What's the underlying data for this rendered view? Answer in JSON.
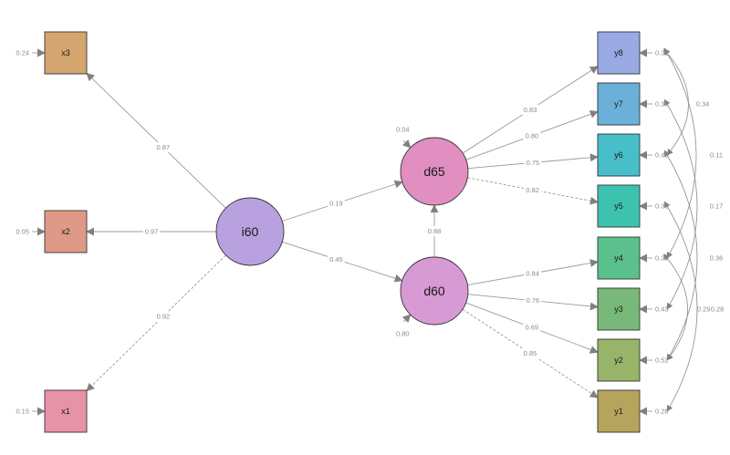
{
  "colors": {
    "edge": "#9a9a9a",
    "arrowhead": "#808080",
    "coefficient": "#8a8a8a",
    "node_stroke": "#333333"
  },
  "latents": [
    {
      "id": "i60",
      "label": "i60",
      "color": "#b9a1e0"
    },
    {
      "id": "d65",
      "label": "d65",
      "color": "#e08fc0"
    },
    {
      "id": "d60",
      "label": "d60",
      "color": "#d89ad4"
    }
  ],
  "manifests": [
    {
      "id": "x3",
      "label": "x3",
      "color": "#d4a56e",
      "variance": "0.24"
    },
    {
      "id": "x2",
      "label": "x2",
      "color": "#de9a86",
      "variance": "0.05"
    },
    {
      "id": "x1",
      "label": "x1",
      "color": "#e693a6",
      "variance": "0.15"
    },
    {
      "id": "y8",
      "label": "y8",
      "color": "#9aaae4",
      "variance": "0.31"
    },
    {
      "id": "y7",
      "label": "y7",
      "color": "#6ab0d8",
      "variance": "0.36"
    },
    {
      "id": "y6",
      "label": "y6",
      "color": "#48bec8",
      "variance": "0.43"
    },
    {
      "id": "y5",
      "label": "y5",
      "color": "#3ec2b0",
      "variance": "0.33"
    },
    {
      "id": "y4",
      "label": "y4",
      "color": "#5ac08c",
      "variance": "0.30"
    },
    {
      "id": "y3",
      "label": "y3",
      "color": "#78b878",
      "variance": "0.43"
    },
    {
      "id": "y2",
      "label": "y2",
      "color": "#98b468",
      "variance": "0.52"
    },
    {
      "id": "y1",
      "label": "y1",
      "color": "#b4a45c",
      "variance": "0.28"
    }
  ],
  "latent_residuals": [
    {
      "node": "d65",
      "value": "0.04"
    },
    {
      "node": "d60",
      "value": "0.80"
    }
  ],
  "paths": [
    {
      "from": "i60",
      "to": "x3",
      "value": "0.87",
      "style": "solid"
    },
    {
      "from": "i60",
      "to": "x2",
      "value": "0.97",
      "style": "solid"
    },
    {
      "from": "i60",
      "to": "x1",
      "value": "0.92",
      "style": "dashed"
    },
    {
      "from": "i60",
      "to": "d65",
      "value": "0.19",
      "style": "solid"
    },
    {
      "from": "i60",
      "to": "d60",
      "value": "0.45",
      "style": "solid"
    },
    {
      "from": "d60",
      "to": "d65",
      "value": "0.88",
      "style": "solid"
    },
    {
      "from": "d65",
      "to": "y8",
      "value": "0.83",
      "style": "solid"
    },
    {
      "from": "d65",
      "to": "y7",
      "value": "0.80",
      "style": "solid"
    },
    {
      "from": "d65",
      "to": "y6",
      "value": "0.75",
      "style": "solid"
    },
    {
      "from": "d65",
      "to": "y5",
      "value": "0.82",
      "style": "dashed"
    },
    {
      "from": "d60",
      "to": "y4",
      "value": "0.84",
      "style": "solid"
    },
    {
      "from": "d60",
      "to": "y3",
      "value": "0.76",
      "style": "solid"
    },
    {
      "from": "d60",
      "to": "y2",
      "value": "0.69",
      "style": "solid"
    },
    {
      "from": "d60",
      "to": "y1",
      "value": "0.85",
      "style": "dashed"
    }
  ],
  "covariances": [
    {
      "a": "y8",
      "b": "y6",
      "value": "0.34"
    },
    {
      "a": "y8",
      "b": "y4",
      "value": "0.11"
    },
    {
      "a": "y7",
      "b": "y3",
      "value": "0.17"
    },
    {
      "a": "y6",
      "b": "y2",
      "value": "0.36"
    },
    {
      "a": "y5",
      "b": "y1",
      "value": "0.28"
    },
    {
      "a": "y4",
      "b": "y2",
      "value": "0.29"
    }
  ]
}
